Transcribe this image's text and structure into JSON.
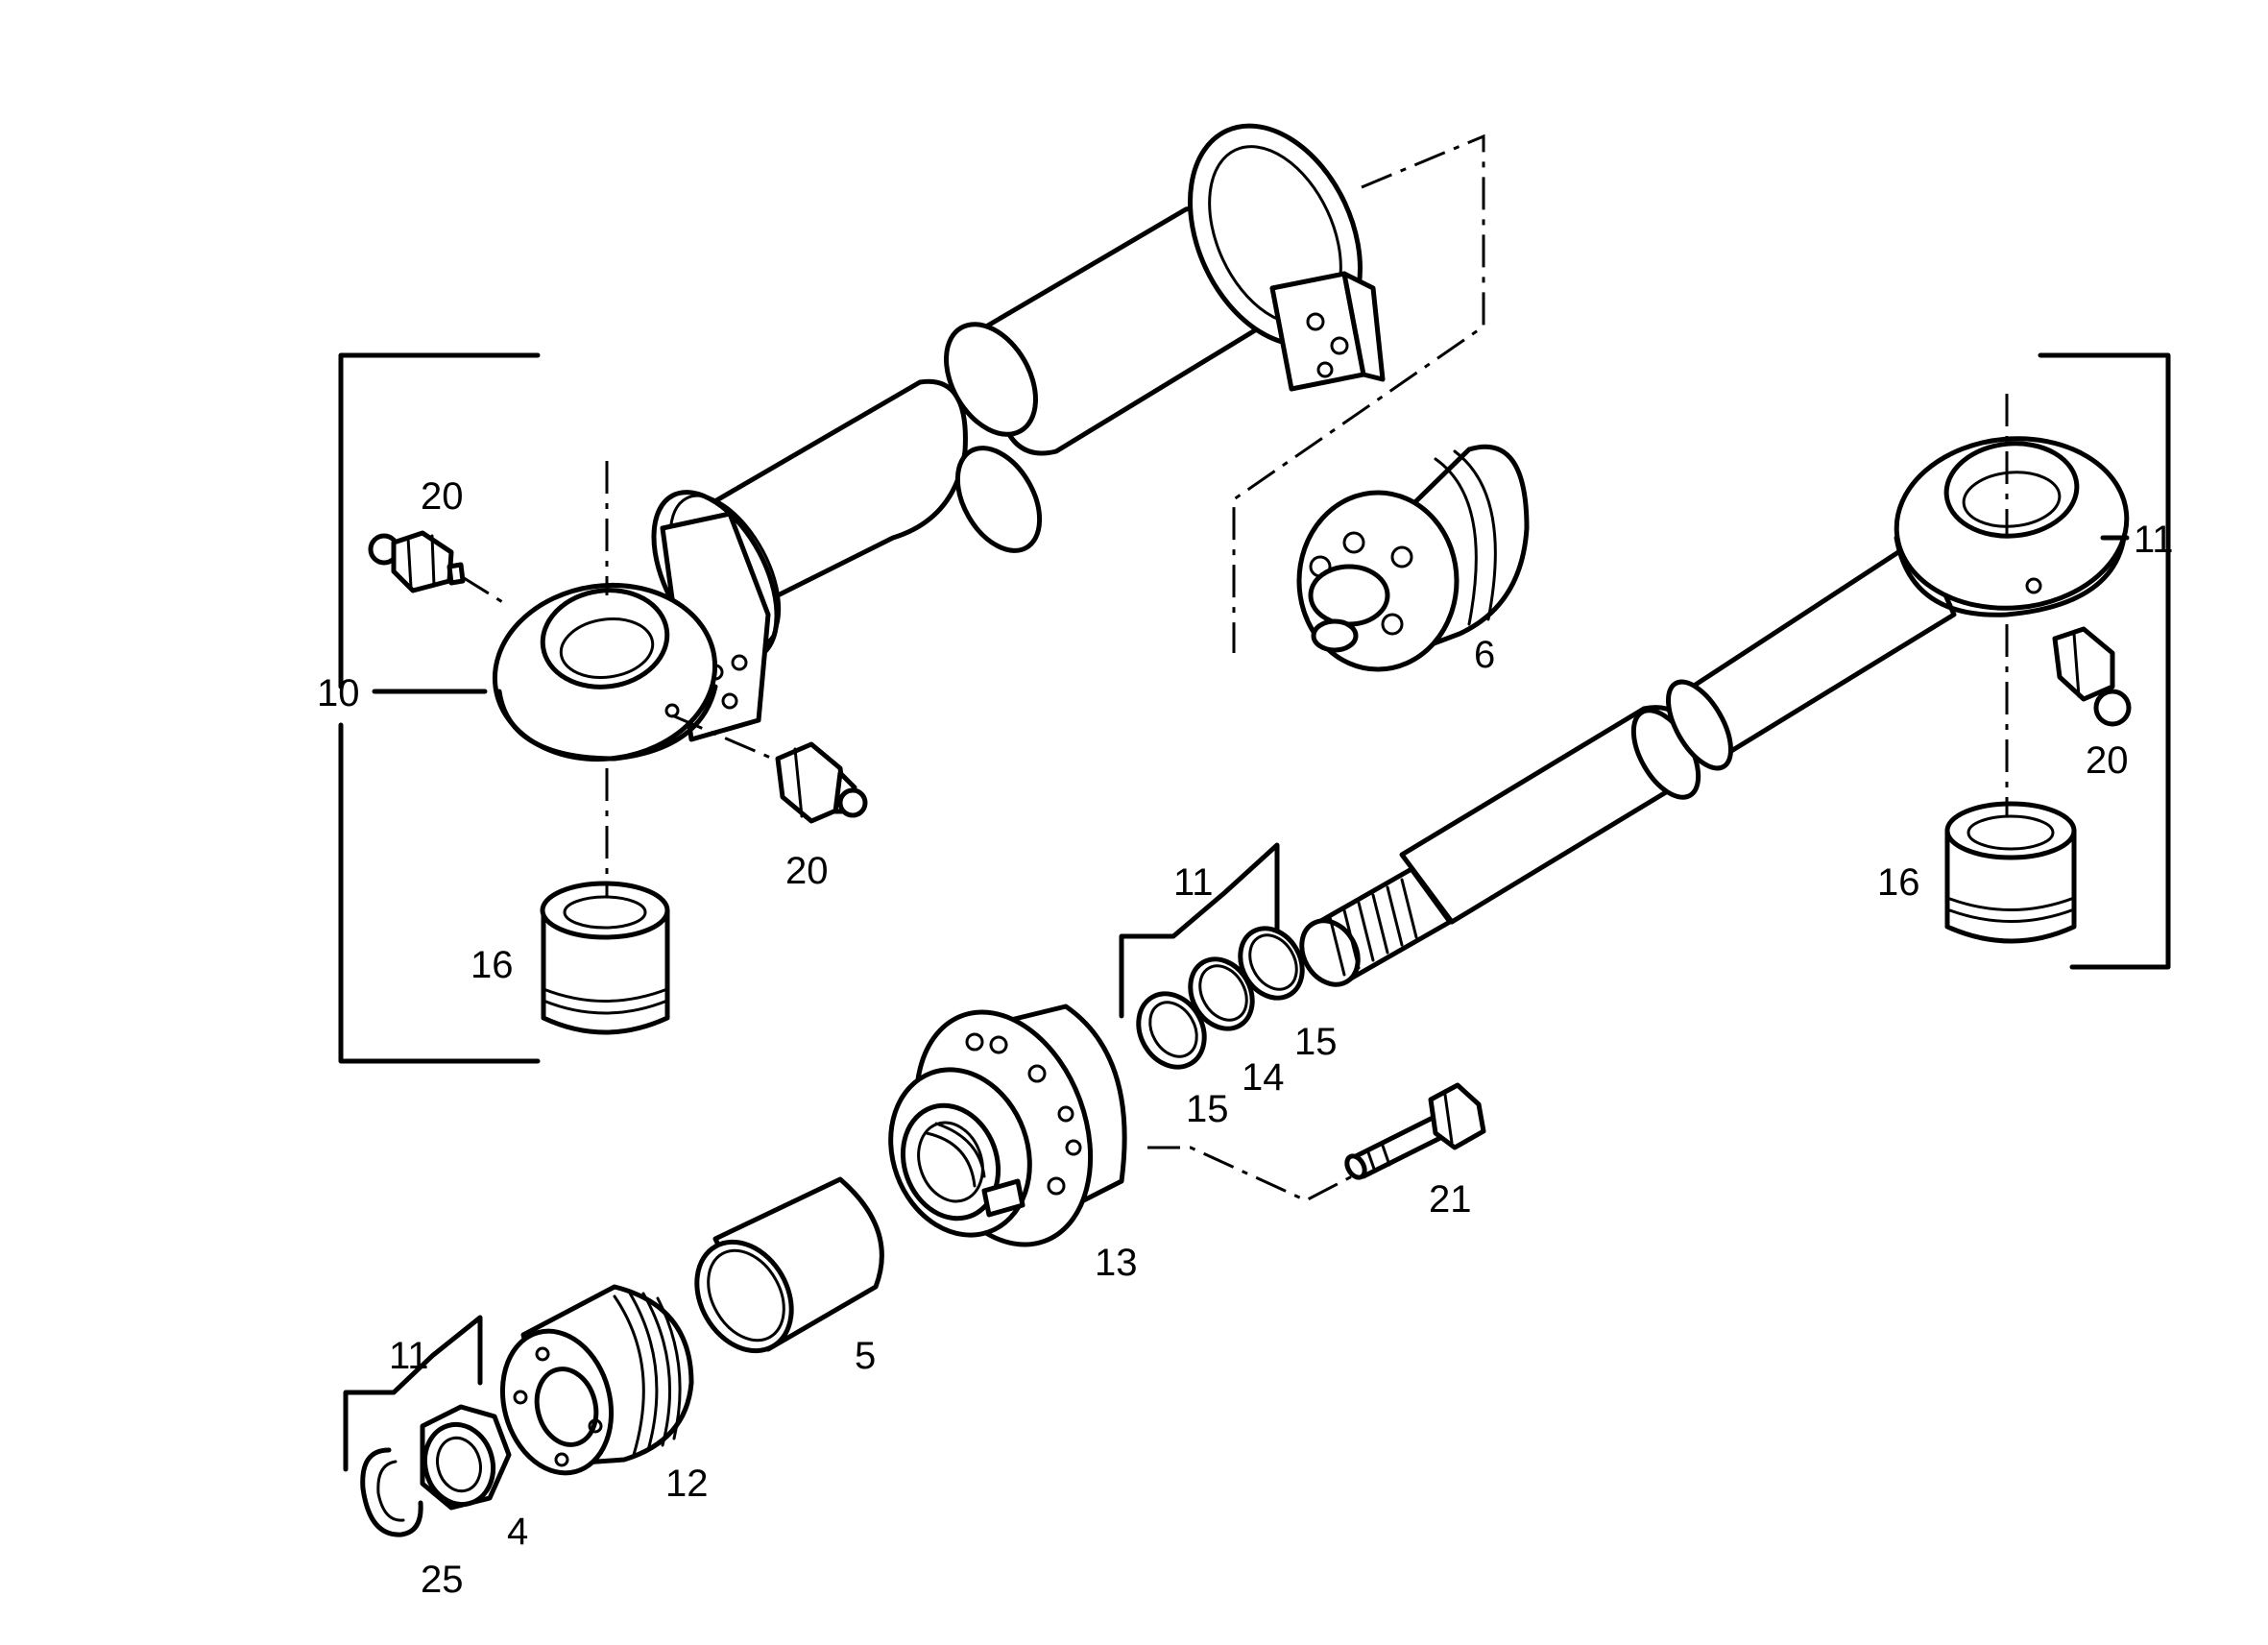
{
  "diagram": {
    "callouts": {
      "c10": "10",
      "c20a": "20",
      "c20b": "20",
      "c16a": "16",
      "c6": "6",
      "c11a": "11",
      "c20c": "20",
      "c16b": "16",
      "c11b": "11",
      "c15a": "15",
      "c14": "14",
      "c15b": "15",
      "c21": "21",
      "c13": "13",
      "c5": "5",
      "c11c": "11",
      "c12": "12",
      "c4": "4",
      "c25": "25"
    }
  }
}
